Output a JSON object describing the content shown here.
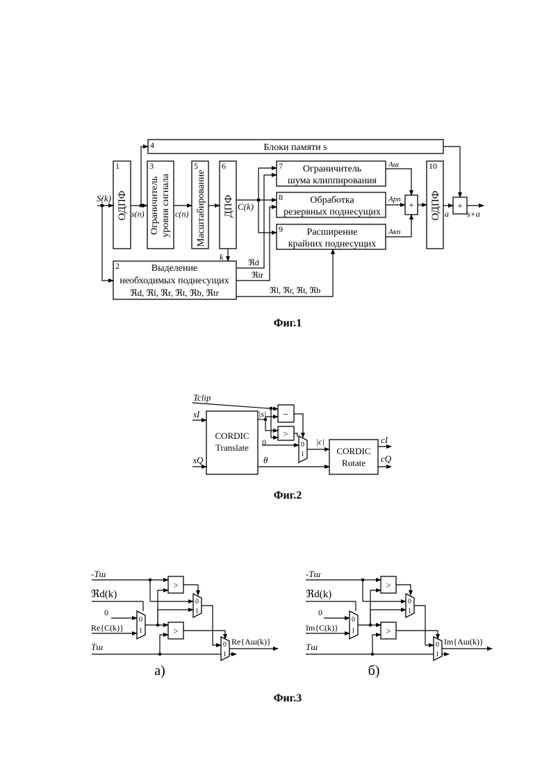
{
  "fig1": {
    "caption": "Фиг.1",
    "input_label": "S(k)",
    "sig_s": "s(n)",
    "sig_c": "c(n)",
    "sig_C": "C(k)",
    "sig_k": "k",
    "sig_a": "a",
    "sig_out": "s+a",
    "r_d": "ℜd",
    "r_tr": "ℜtr",
    "r_bottom": "ℜl, ℜr, ℜt, ℜb",
    "a_sh": "Aш",
    "a_rp": "Aрп",
    "a_kp": "Aкп",
    "b1": {
      "num": "1",
      "label": "ОДПФ"
    },
    "b2": {
      "num": "2",
      "line1": "Выделение",
      "line2": "необходимых поднесущих",
      "line3": "ℜd, ℜl, ℜr, ℜt, ℜb, ℜtr"
    },
    "b3": {
      "num": "3",
      "line1": "Ограничитель",
      "line2": "уровня сигнала"
    },
    "b4": {
      "num": "4",
      "label": "Блоки памяти s"
    },
    "b5": {
      "num": "5",
      "label": "Масштабирование"
    },
    "b6": {
      "num": "6",
      "label": "ДПФ"
    },
    "b7": {
      "num": "7",
      "line1": "Ограничитель",
      "line2": "шума клиппирования"
    },
    "b8": {
      "num": "8",
      "line1": "Обработка",
      "line2": "резервных поднесущих"
    },
    "b9": {
      "num": "9",
      "line1": "Расширение",
      "line2": "крайних поднесущих"
    },
    "b10": {
      "num": "10",
      "label": "ОДПФ"
    },
    "plus": "+"
  },
  "fig2": {
    "caption": "Фиг.2",
    "t_clip": "Tclip",
    "s_i": "sI",
    "s_q": "sQ",
    "abs_s": "|s|",
    "abs_c": "|c|",
    "zero": "0",
    "theta": "θ",
    "translate_1": "CORDIC",
    "translate_2": "Translate",
    "rotate_1": "CORDIC",
    "rotate_2": "Rotate",
    "c_i": "cI",
    "c_q": "cQ",
    "minus": "−",
    "gt": ">",
    "mux0": "0",
    "mux1": "1"
  },
  "fig3": {
    "caption": "Фиг.3",
    "a": {
      "label": "а)",
      "neg_t": "-Tш",
      "r_d": "ℜd(k)",
      "zero": "0",
      "in": "Re{C(k)}",
      "t": "Tш",
      "out": "Re{Aш(k)}"
    },
    "b": {
      "label": "б)",
      "neg_t": "-Tш",
      "r_d": "ℜd(k)",
      "zero": "0",
      "in": "Im{C(k)}",
      "t": "Tш",
      "out": "Im{Aш(k)}"
    },
    "gt": ">",
    "mux0": "0",
    "mux1": "1"
  }
}
